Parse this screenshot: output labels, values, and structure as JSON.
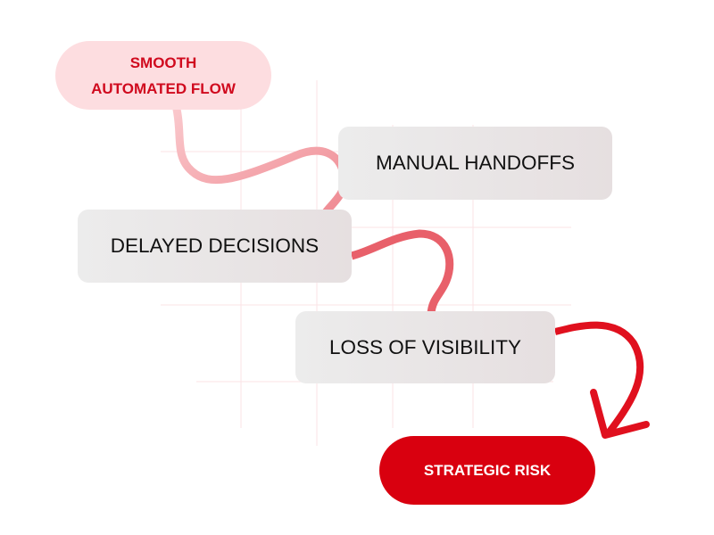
{
  "diagram": {
    "start": {
      "line1": "SMOOTH",
      "line2": "AUTOMATED FLOW"
    },
    "steps": [
      "MANUAL HANDOFFS",
      "DELAYED DECISIONS",
      "LOSS OF VISIBILITY"
    ],
    "end": "STRATEGIC RISK"
  },
  "colors": {
    "start_fill": "#fddde0",
    "start_text": "#d00a1e",
    "step_fill": "#ebebeb",
    "end_fill": "#d9000f",
    "connector_light": "#f5b8bd",
    "connector_dark": "#e0101e"
  }
}
